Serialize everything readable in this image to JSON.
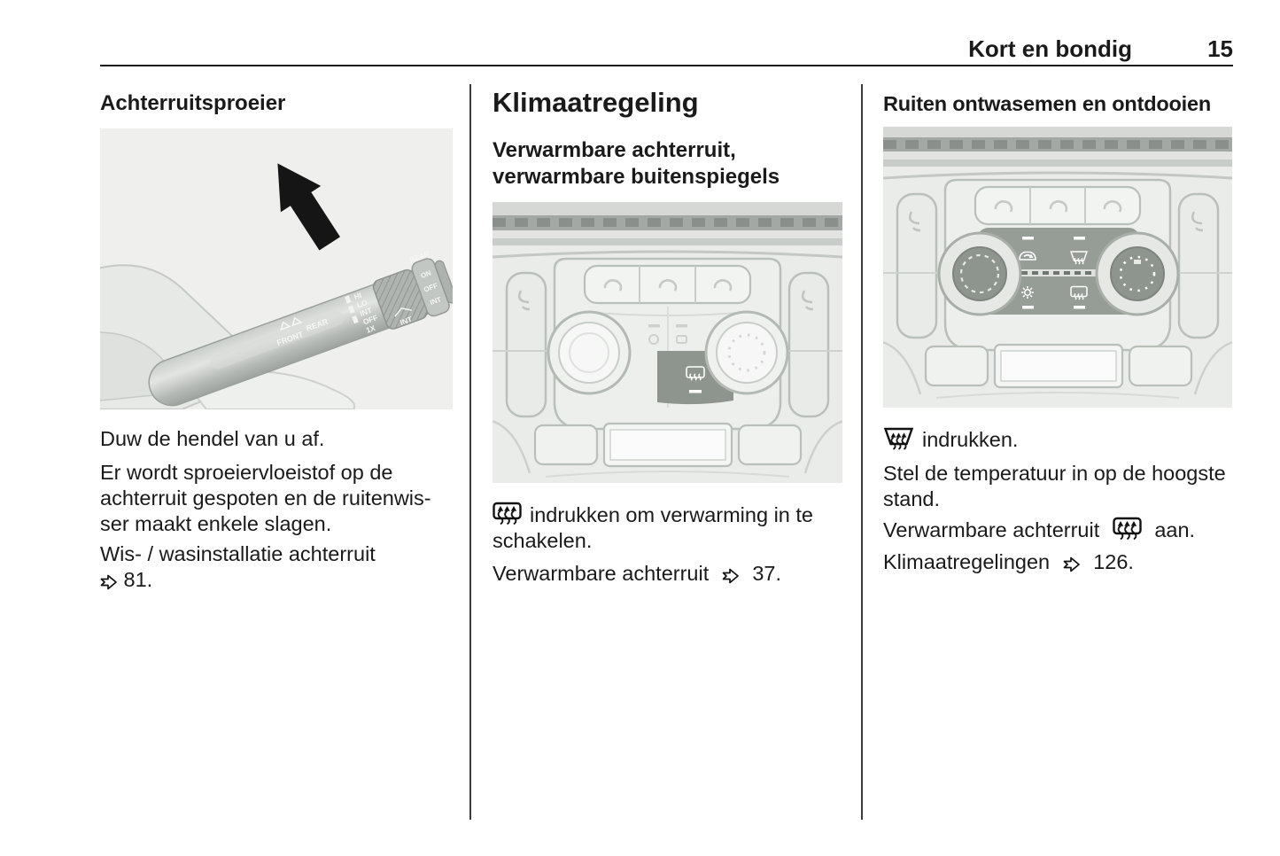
{
  "header": {
    "title": "Kort en bondig",
    "page_number": "15"
  },
  "colors": {
    "page_background": "#ffffff",
    "text": "#1a1a1a",
    "header_rule": "#1a1a1a",
    "column_divider": "#3c3c3c",
    "illustration_background": "#ededec",
    "panel_outline": "#b9bfb9",
    "highlight_gray": "#8e948e",
    "arrow_black": "#151515"
  },
  "icons": {
    "rear_window_heating": "rounded rectangle with three wavy up-arrows",
    "windshield_defrost": "trapezoid with three wavy up-arrows",
    "page_reference_arrow": "outlined right-pointing arrow with notched tail",
    "direction_arrow": "solid black arrow pointing up-left"
  },
  "columns": [
    {
      "heading": "Achterruitsproeier",
      "illustration": {
        "name": "wiper-washer-stalk",
        "stalk_labels": [
          "FRONT",
          "REAR",
          "HI",
          "LO",
          "INT",
          "OFF",
          "1X",
          "INT",
          "REAR",
          "ON",
          "OFF",
          "INT"
        ]
      },
      "paragraphs": {
        "p1": {
          "line1": "Duw de hendel van u af."
        },
        "p2": {
          "line1": "Er wordt sproeiervloeistof op de",
          "line2": "achterruit gespoten en de ruitenwis-",
          "line3": "ser maakt enkele slagen."
        },
        "p3": {
          "line1": "Wis- / wasinstallatie achterruit",
          "ref": "81."
        }
      }
    },
    {
      "heading": "Klimaatregeling",
      "subheading": {
        "line1": "Verwarmbare achterruit,",
        "line2": "verwarmbare buitenspiegels"
      },
      "illustration": {
        "name": "climate-panel-rear-heating-button-highlighted"
      },
      "paragraphs": {
        "p1": {
          "line1": "indrukken om verwarming in te",
          "line2": "schakelen."
        },
        "p2": {
          "text": "Verwarmbare achterruit",
          "ref": "37."
        }
      }
    },
    {
      "heading": "Ruiten ontwasemen en ontdooien",
      "illustration": {
        "name": "climate-panel-defrost-controls-highlighted"
      },
      "paragraphs": {
        "p1": {
          "text": "indrukken."
        },
        "p2": {
          "line1": "Stel de temperatuur in op de hoogste",
          "line2": "stand."
        },
        "p3": {
          "pre": "Verwarmbare achterruit",
          "post": "aan."
        },
        "p4": {
          "text": "Klimaatregelingen",
          "ref": "126."
        }
      }
    }
  ]
}
